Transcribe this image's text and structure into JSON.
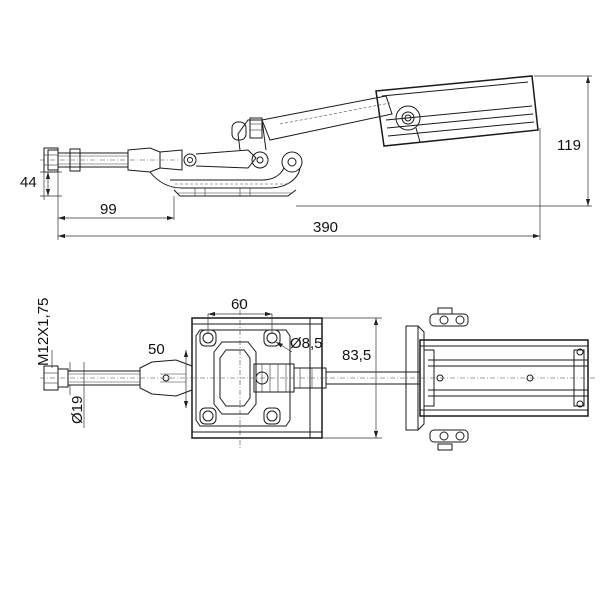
{
  "dimensions": {
    "d_44": "44",
    "d_99": "99",
    "d_390": "390",
    "d_119": "119",
    "d_60": "60",
    "d_50": "50",
    "d_83_5": "83,5",
    "d_hole": "Ø8,5",
    "d_thread": "M12X1,75",
    "d_dia": "Ø19"
  }
}
